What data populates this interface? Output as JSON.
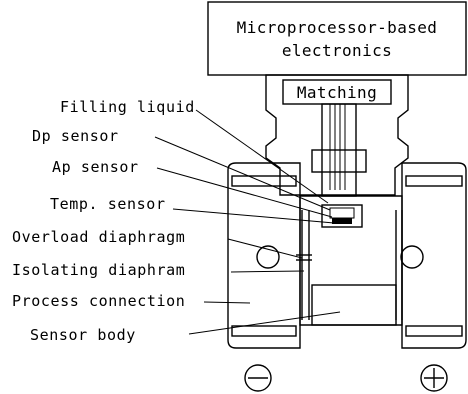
{
  "electronics_box": {
    "line1": "Microprocessor-based",
    "line2": "electronics"
  },
  "matching_label": "Matching",
  "callouts": [
    "Filling liquid",
    "Dp sensor",
    "Ap sensor",
    "Temp. sensor",
    "Overload diaphragm",
    "Isolating diaphram",
    "Process connection",
    "Sensor body"
  ],
  "symbols": {
    "minus": "−",
    "plus": "+"
  },
  "colors": {
    "line": "#000000",
    "background": "#ffffff"
  }
}
